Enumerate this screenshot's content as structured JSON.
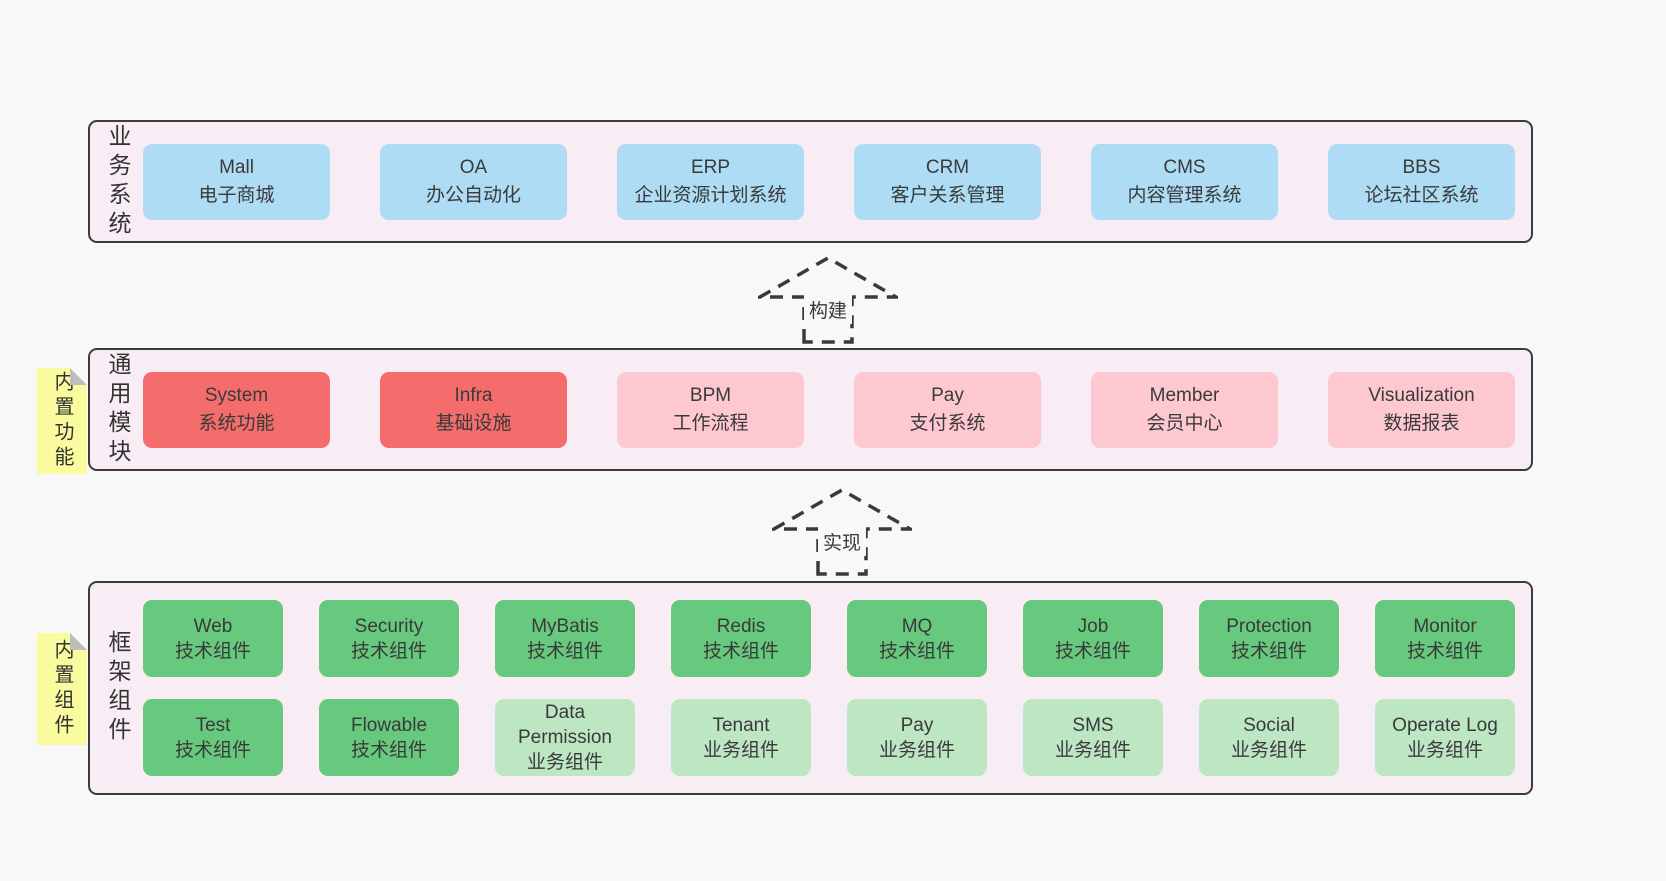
{
  "colors": {
    "page_bg": "#F8F8F8",
    "panel_bg": "#F8EDF5",
    "panel_border": "#3C3C3C",
    "blue_box": "#AEDCF5",
    "red_box": "#F56C6C",
    "pink_box": "#FEC8D0",
    "green_dark_box": "#66C97E",
    "green_light_box": "#BDE7C2",
    "sticky_yellow": "#FAFA9E",
    "text": "#3A3A3A"
  },
  "business_panel": {
    "label": "业务系统",
    "boxes": [
      {
        "en": "Mall",
        "zh": "电子商城"
      },
      {
        "en": "OA",
        "zh": "办公自动化"
      },
      {
        "en": "ERP",
        "zh": "企业资源计划系统"
      },
      {
        "en": "CRM",
        "zh": "客户关系管理"
      },
      {
        "en": "CMS",
        "zh": "内容管理系统"
      },
      {
        "en": "BBS",
        "zh": "论坛社区系统"
      }
    ]
  },
  "build_arrow": {
    "label": "构建"
  },
  "modules_panel": {
    "label": "通用模块",
    "sticky": "内置功能",
    "boxes": [
      {
        "en": "System",
        "zh": "系统功能"
      },
      {
        "en": "Infra",
        "zh": "基础设施"
      },
      {
        "en": "BPM",
        "zh": "工作流程"
      },
      {
        "en": "Pay",
        "zh": "支付系统"
      },
      {
        "en": "Member",
        "zh": "会员中心"
      },
      {
        "en": "Visualization",
        "zh": "数据报表"
      }
    ]
  },
  "implement_arrow": {
    "label": "实现"
  },
  "components_panel": {
    "label": "框架组件",
    "sticky": "内置组件",
    "row1": [
      {
        "en": "Web",
        "zh": "技术组件"
      },
      {
        "en": "Security",
        "zh": "技术组件"
      },
      {
        "en": "MyBatis",
        "zh": "技术组件"
      },
      {
        "en": "Redis",
        "zh": "技术组件"
      },
      {
        "en": "MQ",
        "zh": "技术组件"
      },
      {
        "en": "Job",
        "zh": "技术组件"
      },
      {
        "en": "Protection",
        "zh": "技术组件"
      },
      {
        "en": "Monitor",
        "zh": "技术组件"
      }
    ],
    "row2": [
      {
        "en": "Test",
        "zh": "技术组件"
      },
      {
        "en": "Flowable",
        "zh": "技术组件"
      },
      {
        "en": "Data Permission",
        "zh": "业务组件"
      },
      {
        "en": "Tenant",
        "zh": "业务组件"
      },
      {
        "en": "Pay",
        "zh": "业务组件"
      },
      {
        "en": "SMS",
        "zh": "业务组件"
      },
      {
        "en": "Social",
        "zh": "业务组件"
      },
      {
        "en": "Operate Log",
        "zh": "业务组件"
      }
    ]
  }
}
